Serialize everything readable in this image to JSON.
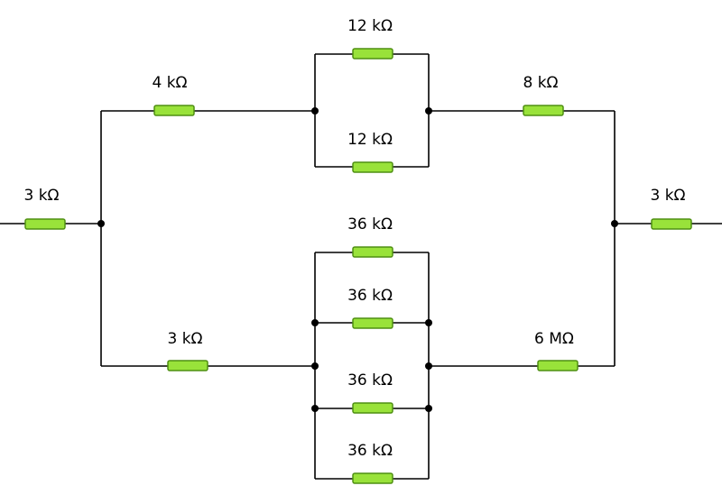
{
  "circuit": {
    "r_in": "3 kΩ",
    "r_top_left": "4 kΩ",
    "r_top_par_1": "12 kΩ",
    "r_top_par_2": "12 kΩ",
    "r_top_right": "8 kΩ",
    "r_out": "3 kΩ",
    "r_bot_left": "3 kΩ",
    "r_bot_par_1": "36 kΩ",
    "r_bot_par_2": "36 kΩ",
    "r_bot_par_3": "36 kΩ",
    "r_bot_par_4": "36 kΩ",
    "r_bot_right": "6 MΩ"
  }
}
